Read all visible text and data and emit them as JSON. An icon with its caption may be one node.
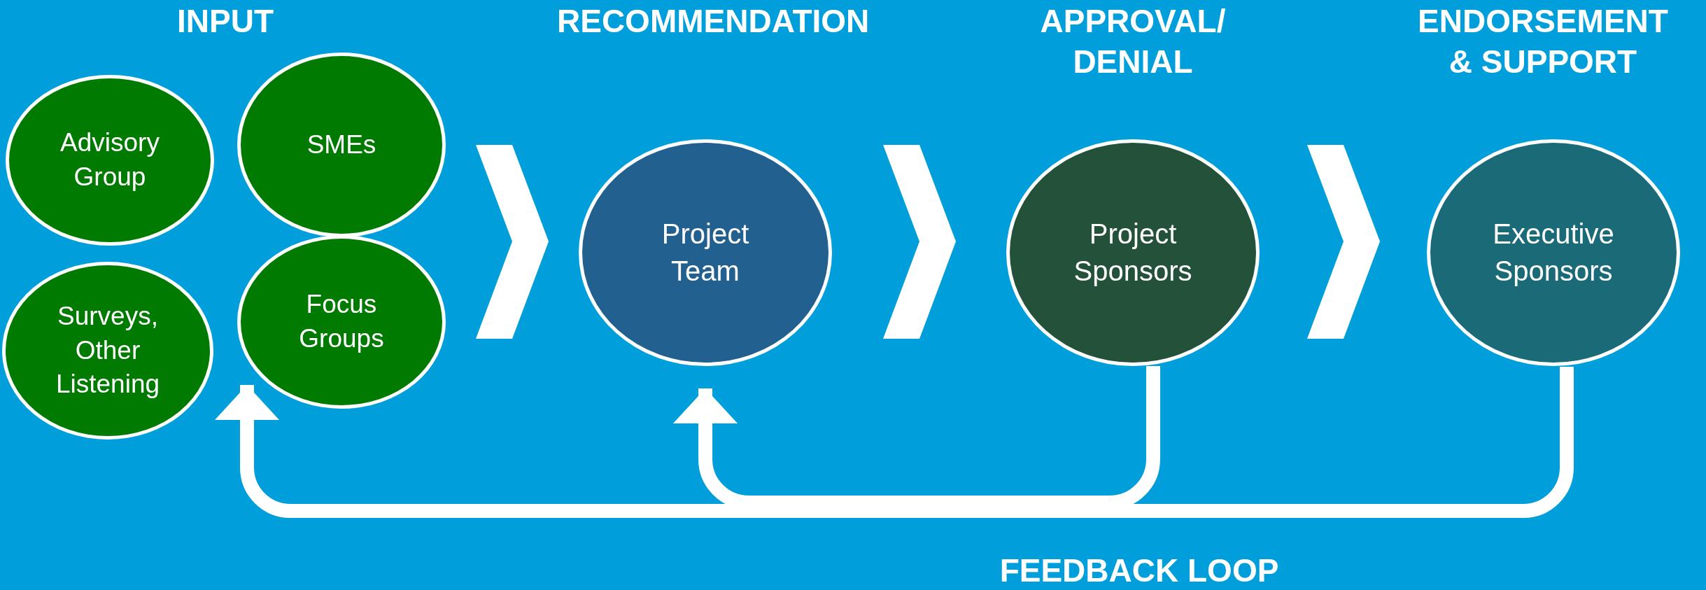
{
  "diagram": {
    "nodes": [
      {
        "text": [
          "Advisory Group"
        ]
      },
      {
        "text": [
          "SMEs"
        ]
      },
      {
        "text": [
          "Surveys, Other Listening"
        ]
      },
      {
        "text": [
          "Focus Groups"
        ]
      },
      {
        "text": [
          "Project Team"
        ]
      },
      {
        "text": [
          "Project Sponsors"
        ]
      },
      {
        "text": [
          "Executive Sponsors"
        ]
      }
    ],
    "edges": [
      {
        "from": 1,
        "to": 4,
        "arrow": "to"
      },
      {
        "from": 3,
        "to": 4,
        "arrow": "to"
      },
      {
        "from": 4,
        "to": 5,
        "arrow": "to"
      },
      {
        "from": 5,
        "to": 6,
        "arrow": "to"
      },
      {
        "from": 5,
        "to": 4,
        "arrow": "to"
      },
      {
        "from": 6,
        "to": 3,
        "arrow": "to"
      }
    ],
    "labels": [
      "INPUT",
      "RECOMMENDATION",
      "APPROVAL/ DENIAL",
      "ENDORSEMENT & SUPPORT",
      "FEEDBACK LOOP"
    ]
  }
}
